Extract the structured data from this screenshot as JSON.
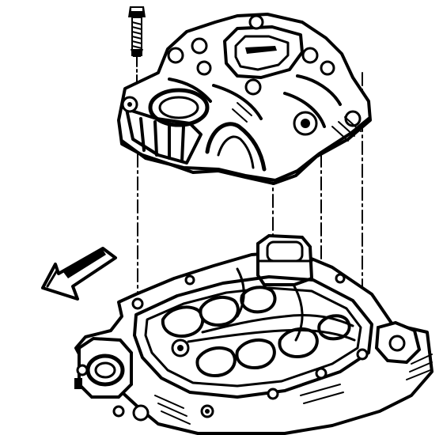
{
  "figure": {
    "kind": "exploded-view line drawing",
    "parts": [
      "upper-intake-manifold",
      "bolt",
      "lower-intake-manifold",
      "alignment-lines",
      "front-direction-arrow"
    ],
    "colors": {
      "ink": "#000000",
      "background": "#ffffff"
    }
  }
}
